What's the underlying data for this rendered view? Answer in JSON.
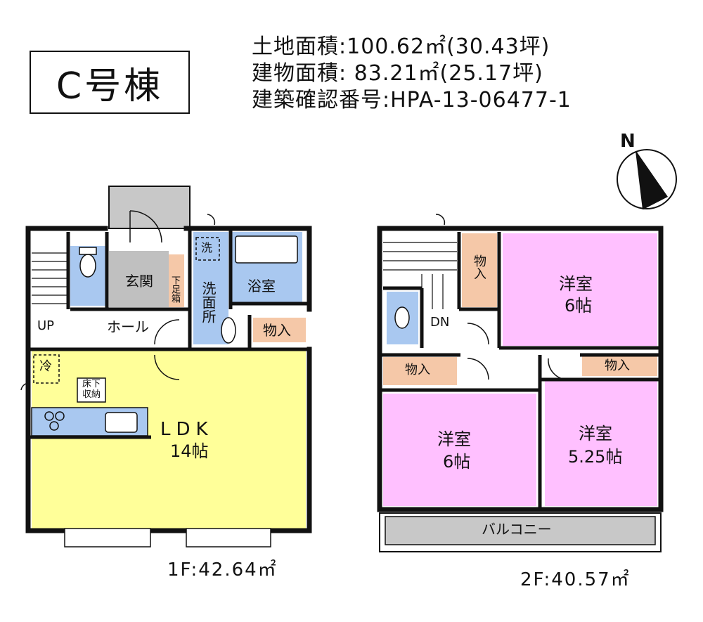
{
  "header": {
    "building": "C号棟",
    "land_area": "土地面積:100.62㎡(30.43坪)",
    "building_area": "建物面積: 83.21㎡(25.17坪)",
    "permit_no": "建築確認番号:HPA-13-06477-1"
  },
  "compass": {
    "north": "N"
  },
  "floor1": {
    "area": "1F:42.64㎡",
    "rooms": {
      "up": "UP",
      "genkan": "玄関",
      "shoe": "下足箱",
      "sentaku": "洗",
      "senmenjo": "洗面所",
      "bath": "浴室",
      "hall": "ホール",
      "storage": "物入",
      "fridge": "冷",
      "underfloor": "床下収納",
      "ldk": "LDK",
      "ldk_size": "14帖"
    }
  },
  "floor2": {
    "area": "2F:40.57㎡",
    "rooms": {
      "dn": "DN",
      "storage_top": "物入",
      "yoshitsu_a": "洋室",
      "yoshitsu_a_size": "6帖",
      "storage_left": "物入",
      "storage_right": "物入",
      "yoshitsu_b": "洋室",
      "yoshitsu_b_size": "6帖",
      "yoshitsu_c": "洋室",
      "yoshitsu_c_size": "5.25帖",
      "balcony": "バルコニー"
    }
  },
  "colors": {
    "ldk": "#ffff99",
    "wet": "#a9c8f0",
    "storage": "#f5c8a8",
    "western": "#ffc0ff",
    "genkan": "#c0c0c0",
    "balcony": "#c8c8c8",
    "wall": "#111111"
  }
}
